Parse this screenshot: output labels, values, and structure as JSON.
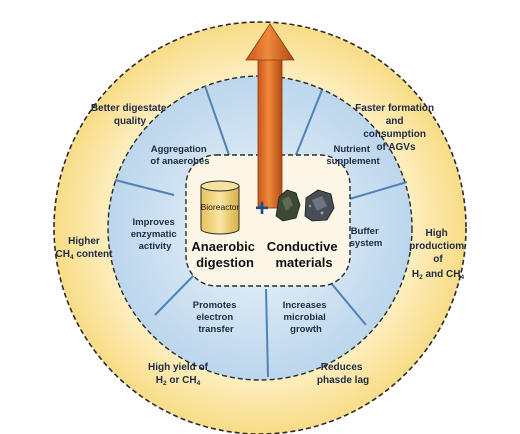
{
  "center": {
    "bioreactor_label": "Bioreactor",
    "plus": "+",
    "left_lines": [
      "Anaerobic",
      "digestion"
    ],
    "right_lines": [
      "Conductive",
      "materials"
    ]
  },
  "inner_ring": [
    {
      "id": "aggregation",
      "lines": [
        "Aggregation",
        "of anaerobes"
      ]
    },
    {
      "id": "nutrient",
      "lines": [
        "Nutrient",
        "supplement"
      ]
    },
    {
      "id": "buffer",
      "lines": [
        "Buffer",
        "system"
      ]
    },
    {
      "id": "microbial",
      "lines": [
        "Increases",
        "microbial",
        "growth"
      ]
    },
    {
      "id": "electron",
      "lines": [
        "Promotes",
        "electron",
        "transfer"
      ]
    },
    {
      "id": "enzymatic",
      "lines": [
        "Improves",
        "enzymatic",
        "activity"
      ]
    }
  ],
  "outer_ring": {
    "digestate": [
      "Better digestate",
      "quality"
    ],
    "agvs": [
      "Faster formation",
      "and",
      "consumption",
      "of AGVs"
    ],
    "production": [
      "High",
      "productiom",
      "of"
    ],
    "production_gas": {
      "h": "H",
      "h_sub": "2",
      "and": " and CH",
      "ch_sub": "4"
    },
    "ch4_content": {
      "line1": "Higher",
      "ch": "CH",
      "ch_sub": "4",
      "rest": " content"
    },
    "yield": {
      "line1": "High yield of",
      "h": "H",
      "h_sub": "2",
      "or": " or CH",
      "ch_sub": "4"
    },
    "lag": [
      "Reduces",
      "phasde lag"
    ]
  },
  "colors": {
    "outer_fill": "#fbe7a6",
    "outer_center": "#fffbe9",
    "inner_fill": "#cfe3f2",
    "core_fill": "#fbf6e6",
    "arrow": "#d9661e",
    "cylinder": "#f3d57e",
    "dash": "#2b2b2b",
    "spoke": "#4f82b5"
  }
}
